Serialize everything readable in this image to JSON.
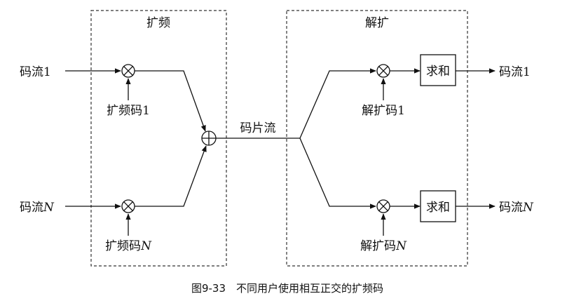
{
  "groups": {
    "spread": "扩频",
    "despread": "解扩"
  },
  "inputs": {
    "stream_1": "码流1",
    "stream_n_prefix": "码流",
    "stream_n_var": "N"
  },
  "codes": {
    "spread_code_1": "扩频码1",
    "spread_code_n_prefix": "扩频码",
    "spread_code_n_var": "N",
    "despread_code_1": "解扩码1",
    "despread_code_n_prefix": "解扩码",
    "despread_code_n_var": "N"
  },
  "chip_stream": "码片流",
  "sum_label_1": "求和",
  "sum_label_n": "求和",
  "outputs": {
    "stream_1": "码流1",
    "stream_n_prefix": "码流",
    "stream_n_var": "N"
  },
  "caption": "图9-33　不同用户使用相互正交的扩频码"
}
